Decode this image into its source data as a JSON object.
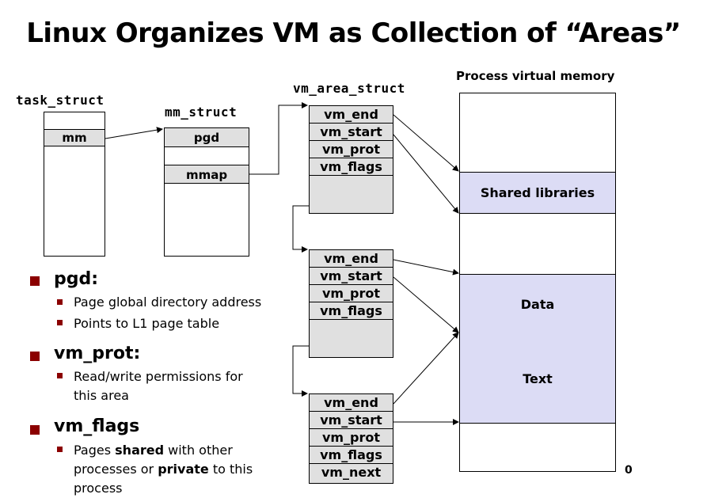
{
  "title": "Linux Organizes VM as Collection of “Areas”",
  "task_struct": {
    "label": "task_struct",
    "mm": "mm"
  },
  "mm_struct": {
    "label": "mm_struct",
    "pgd": "pgd",
    "mmap": "mmap"
  },
  "vm_area_struct": {
    "label": "vm_area_struct",
    "areas": [
      {
        "fields": [
          "vm_end",
          "vm_start",
          "vm_prot",
          "vm_flags"
        ]
      },
      {
        "fields": [
          "vm_end",
          "vm_start",
          "vm_prot",
          "vm_flags"
        ]
      },
      {
        "fields": [
          "vm_end",
          "vm_start",
          "vm_prot",
          "vm_flags",
          "vm_next"
        ]
      }
    ]
  },
  "memory": {
    "label": "Process virtual memory",
    "regions": [
      "Shared libraries",
      "Data",
      "Text"
    ],
    "zero": "0"
  },
  "bullets": [
    {
      "heading": "pgd:",
      "items": [
        "Page global directory address",
        "Points to L1 page table"
      ]
    },
    {
      "heading": "vm_prot:",
      "items": [
        "Read/write permissions for this area"
      ]
    },
    {
      "heading": "vm_flags",
      "items_rich": [
        "Pages ",
        "shared",
        " with other processes or ",
        "private",
        " to this process"
      ]
    }
  ],
  "colors": {
    "region_fill": "#dcdcf5",
    "field_fill": "#e0e0e0",
    "bullet": "#8b0000"
  }
}
